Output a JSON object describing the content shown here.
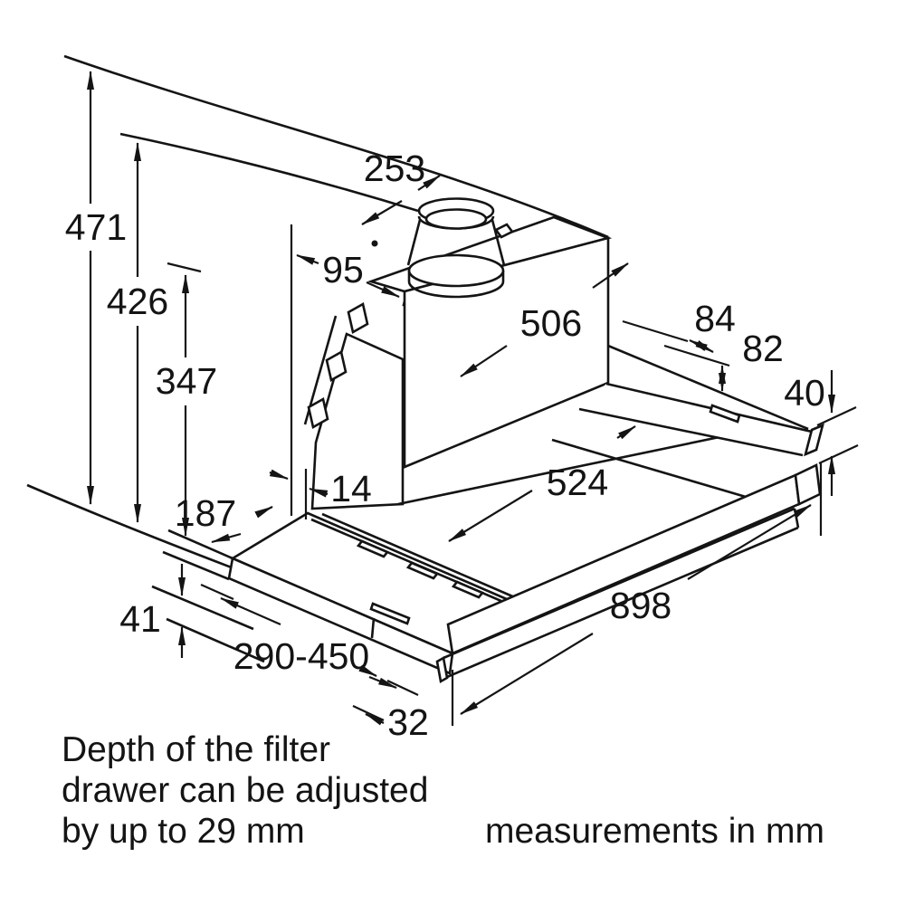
{
  "diagram": {
    "kind": "technical-installation-drawing",
    "subject": "telescopic slide-out cooker hood with duct collar, mounting rail and filter drawer",
    "line_color": "#141414",
    "background_color": "#ffffff",
    "dims": {
      "d471": "471",
      "d426": "426",
      "d347": "347",
      "d253": "253",
      "d95": "95",
      "d506": "506",
      "d84": "84",
      "d82": "82",
      "d40": "40",
      "d14": "14",
      "d524": "524",
      "d187": "187",
      "d41": "41",
      "d290_450": "290-450",
      "d32": "32",
      "d898": "898"
    },
    "notes": {
      "adjust_line1": "Depth of the filter",
      "adjust_line2": "drawer can be adjusted",
      "adjust_line3": "by up to 29 mm",
      "units": "measurements in mm"
    }
  }
}
